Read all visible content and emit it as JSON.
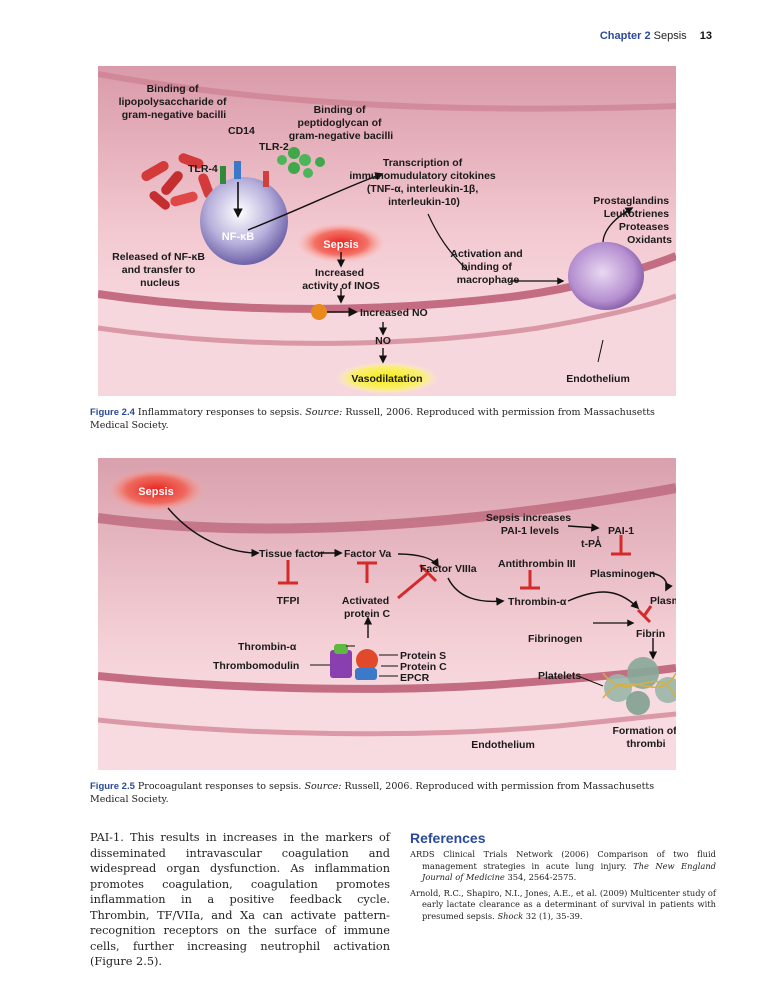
{
  "header": {
    "chapter": "Chapter 2",
    "section": "Sepsis",
    "page": "13"
  },
  "figure1": {
    "labels": {
      "binding_lps": [
        "Binding of",
        "lipopolysaccharide of",
        "gram-negative bacilli"
      ],
      "binding_pep": [
        "Binding of",
        "peptidoglycan of",
        "gram-negative bacilli"
      ],
      "cd14": "CD14",
      "tlr2": "TLR-2",
      "tlr4": "TLR-4",
      "transcription": [
        "Transcription of",
        "immunomudulatory citokines",
        "(TNF-α, interleukin-1β,",
        "interleukin-10)"
      ],
      "mediators": [
        "Prostaglandins",
        "Leukotrienes",
        "Proteases",
        "Oxidants"
      ],
      "nfkb": "NF-ĸB",
      "released": [
        "Released of NF-ĸB",
        "and transfer to",
        "nucleus"
      ],
      "sepsis": "Sepsis",
      "inos": [
        "Increased",
        "activity of INOS"
      ],
      "activation": [
        "Activation and",
        "binding of",
        "macrophage"
      ],
      "increased_no": "Increased NO",
      "no": "NO",
      "vasodilatation": "Vasodilatation",
      "endothelium": "Endothelium"
    },
    "caption": {
      "label": "Figure 2.4",
      "text": "Inflammatory responses to sepsis.",
      "source_label": "Source:",
      "source": "Russell, 2006. Reproduced with permission from Massachusetts Medical Society."
    }
  },
  "figure2": {
    "labels": {
      "sepsis": "Sepsis",
      "pai_levels": [
        "Sepsis increases",
        "PAI-1 levels"
      ],
      "pai1": "PAI-1",
      "tpa": "t-PA",
      "tissue_factor": "Tissue factor",
      "factor_va": "Factor Va",
      "factor_viiia": "Factor VIIIa",
      "antithrombin": "Antithrombin III",
      "plasminogen": "Plasminogen",
      "tfpi": "TFPI",
      "apc": [
        "Activated",
        "protein C"
      ],
      "thrombin_a": "Thrombin-α",
      "plasmin": "Plasmin",
      "fibrinogen": "Fibrinogen",
      "fibrin": "Fibrin",
      "thrombin_left": "Thrombin-α",
      "thrombomodulin": "Thrombomodulin",
      "protein_s": "Protein S",
      "protein_c": "Protein C",
      "epcr": "EPCR",
      "platelets": "Platelets",
      "formation": [
        "Formation of",
        "thrombi"
      ],
      "endothelium": "Endothelium"
    },
    "caption": {
      "label": "Figure 2.5",
      "text": "Procoagulant responses to sepsis.",
      "source_label": "Source:",
      "source": "Russell, 2006. Reproduced with permission from Massachusetts Medical Society."
    }
  },
  "body_text": "PAI-1. This results in increases in the markers of disseminated intravascular coagulation and widespread organ dysfunction. As inflammation promotes coagulation, coagulation promotes inflammation in a positive feedback cycle. Thrombin, TF/VIIa, and Xa can activate pattern-recognition receptors on the surface of immune cells, further increasing neutrophil activation (Figure 2.5).",
  "references": {
    "title": "References",
    "items": [
      {
        "pre": "ARDS Clinical Trials Network (2006) Comparison of two fluid management strategies in acute lung injury. ",
        "journal": "The New England Journal of Medicine",
        "post": " 354, 2564-2575."
      },
      {
        "pre": "Arnold, R.C., Shapiro, N.I., Jones, A.E., et al. (2009) Multicenter study of early lactate clearance as a determinant of survival in patients with presumed sepsis. ",
        "journal": "Shock",
        "post": " 32 (1), 35-39."
      }
    ]
  }
}
